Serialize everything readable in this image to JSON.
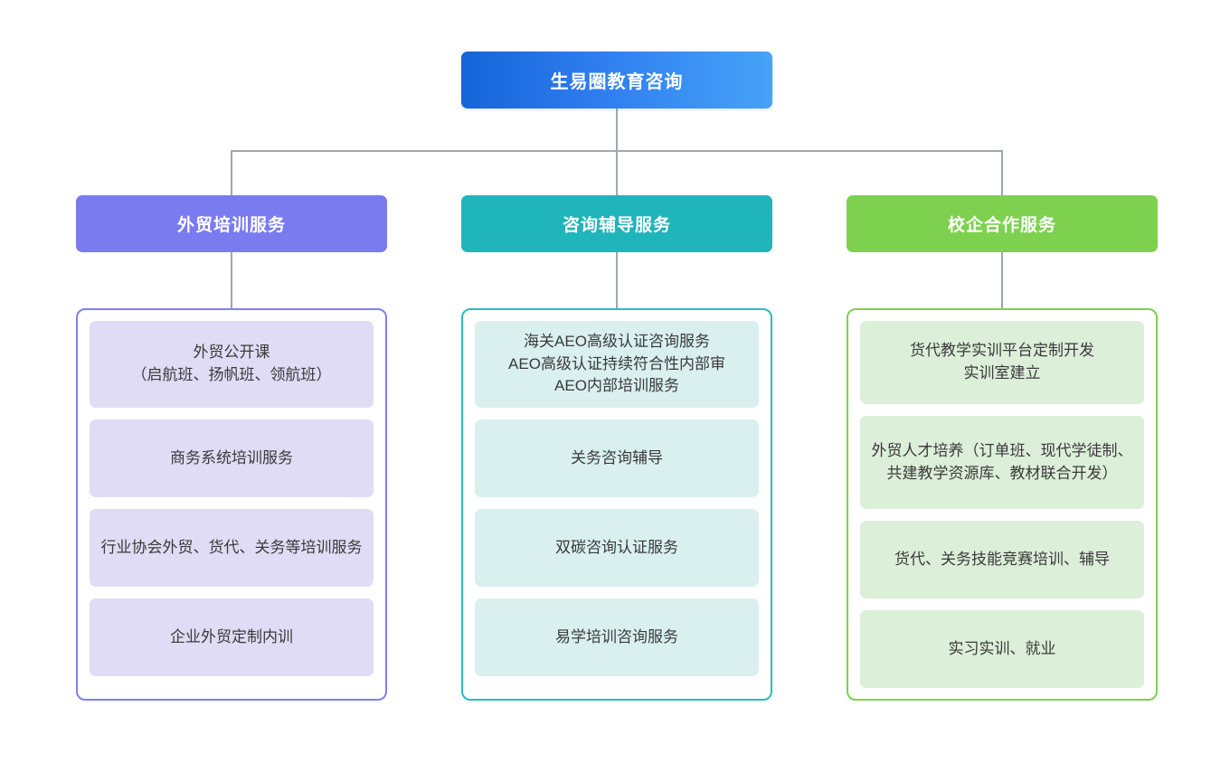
{
  "diagram": {
    "type": "organization-chart",
    "root": {
      "label": "生易圈教育咨询",
      "color": "#2f7ef0",
      "gradient_from": "#1565d8",
      "gradient_to": "#46a3f7"
    },
    "branches": [
      {
        "id": "foreign-trade-training",
        "label": "外贸培训服务",
        "header_color": "#7b7bf0",
        "border_color": "#8080f0",
        "card_color": "#e0dcf5",
        "items": [
          "外贸公开课\n（启航班、扬帆班、领航班）",
          "商务系统培训服务",
          "行业协会外贸、货代、关务等培训服务",
          "企业外贸定制内训"
        ]
      },
      {
        "id": "consulting-tutoring",
        "label": "咨询辅导服务",
        "header_color": "#1fb5ba",
        "border_color": "#28bec2",
        "card_color": "#d9f0ef",
        "items": [
          "海关AEO高级认证咨询服务\nAEO高级认证持续符合性内部审\nAEO内部培训服务",
          "关务咨询辅导",
          "双碳咨询认证服务",
          "易学培训咨询服务"
        ]
      },
      {
        "id": "school-enterprise-cooperation",
        "label": "校企合作服务",
        "header_color": "#7ed14e",
        "border_color": "#7ed14e",
        "card_color": "#dcefd9",
        "items": [
          "货代教学实训平台定制开发\n实训室建立",
          "外贸人才培养（订单班、现代学徒制、共建教学资源库、教材联合开发）",
          "货代、关务技能竞赛培训、辅导",
          "实习实训、就业"
        ]
      }
    ],
    "connector_color": "#9aa8b5"
  }
}
